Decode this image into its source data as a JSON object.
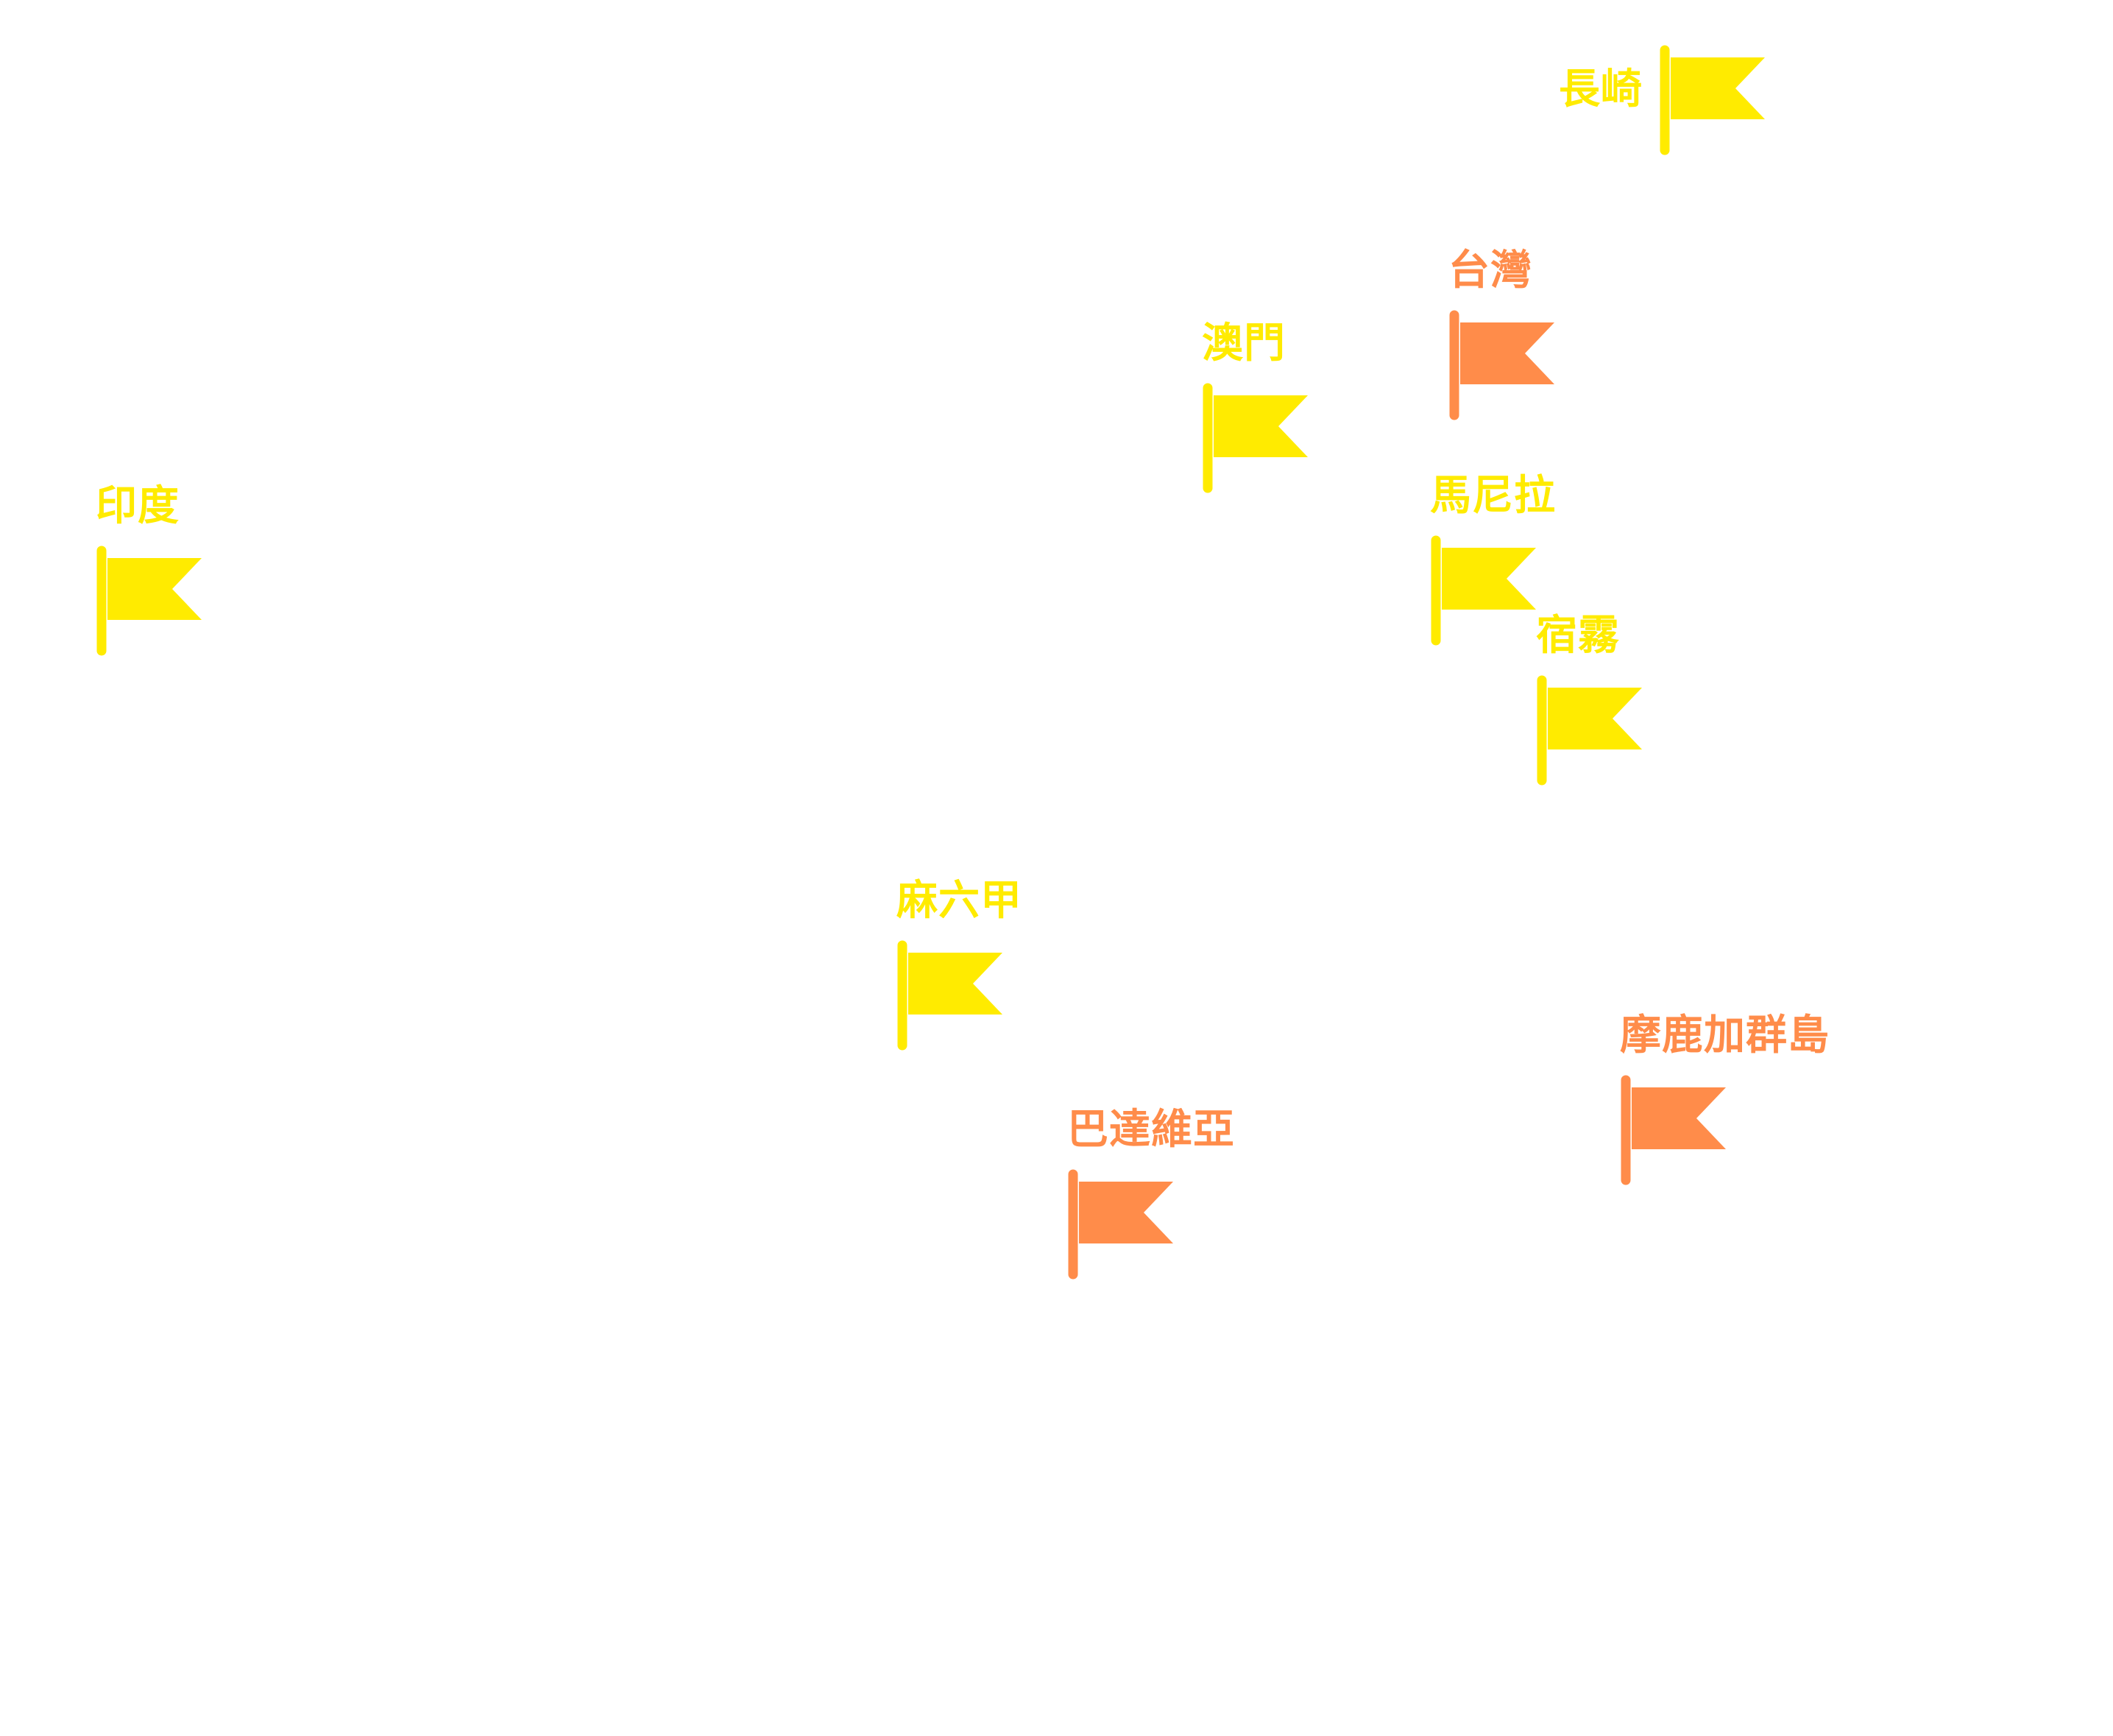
{
  "colors": {
    "portuguese": "#FFEB00",
    "spanish_dutch": "#FF8C4A",
    "background": "#FFFFFF"
  },
  "markers": [
    {
      "id": "nagasaki",
      "name": "長崎",
      "color": "#FFEB00",
      "icon": "flag-icon"
    },
    {
      "id": "taiwan",
      "name": "台灣",
      "color": "#FF8C4A",
      "icon": "flag-icon"
    },
    {
      "id": "macau",
      "name": "澳門",
      "color": "#FFEB00",
      "icon": "flag-icon"
    },
    {
      "id": "india",
      "name": "印度",
      "color": "#FFEB00",
      "icon": "flag-icon"
    },
    {
      "id": "manila",
      "name": "馬尼拉",
      "color": "#FFEB00",
      "icon": "flag-icon"
    },
    {
      "id": "cebu",
      "name": "宿霧",
      "color": "#FFEB00",
      "icon": "flag-icon"
    },
    {
      "id": "malacca",
      "name": "麻六甲",
      "color": "#FFEB00",
      "icon": "flag-icon"
    },
    {
      "id": "moluccas",
      "name": "摩鹿加群島",
      "color": "#FF8C4A",
      "icon": "flag-icon"
    },
    {
      "id": "batavia",
      "name": "巴達維亞",
      "color": "#FF8C4A",
      "icon": "flag-icon"
    }
  ]
}
